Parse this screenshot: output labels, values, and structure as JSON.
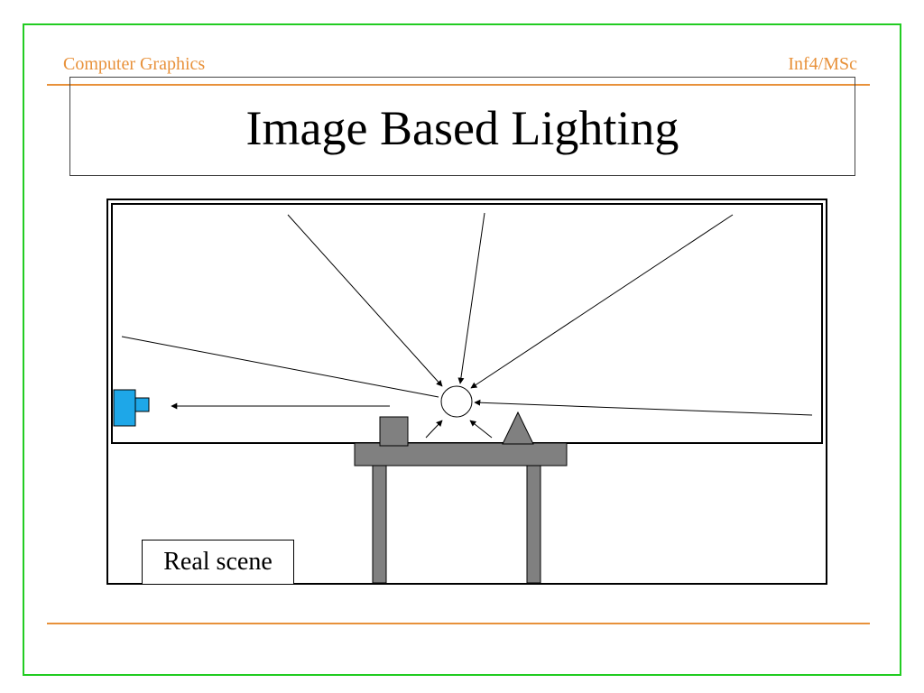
{
  "header": {
    "course_name": "Computer Graphics",
    "course_code": "Inf4/MSc"
  },
  "slide": {
    "title": "Image Based Lighting"
  },
  "scene": {
    "label": "Real scene",
    "colors": {
      "frame_border": "#22cc22",
      "accent": "#e8913a",
      "camera": "#1ea7e8",
      "furniture": "#808080",
      "stroke": "#000000"
    },
    "icons": [
      "camera-icon",
      "probe-sphere",
      "cube-object",
      "cone-object",
      "table"
    ]
  }
}
